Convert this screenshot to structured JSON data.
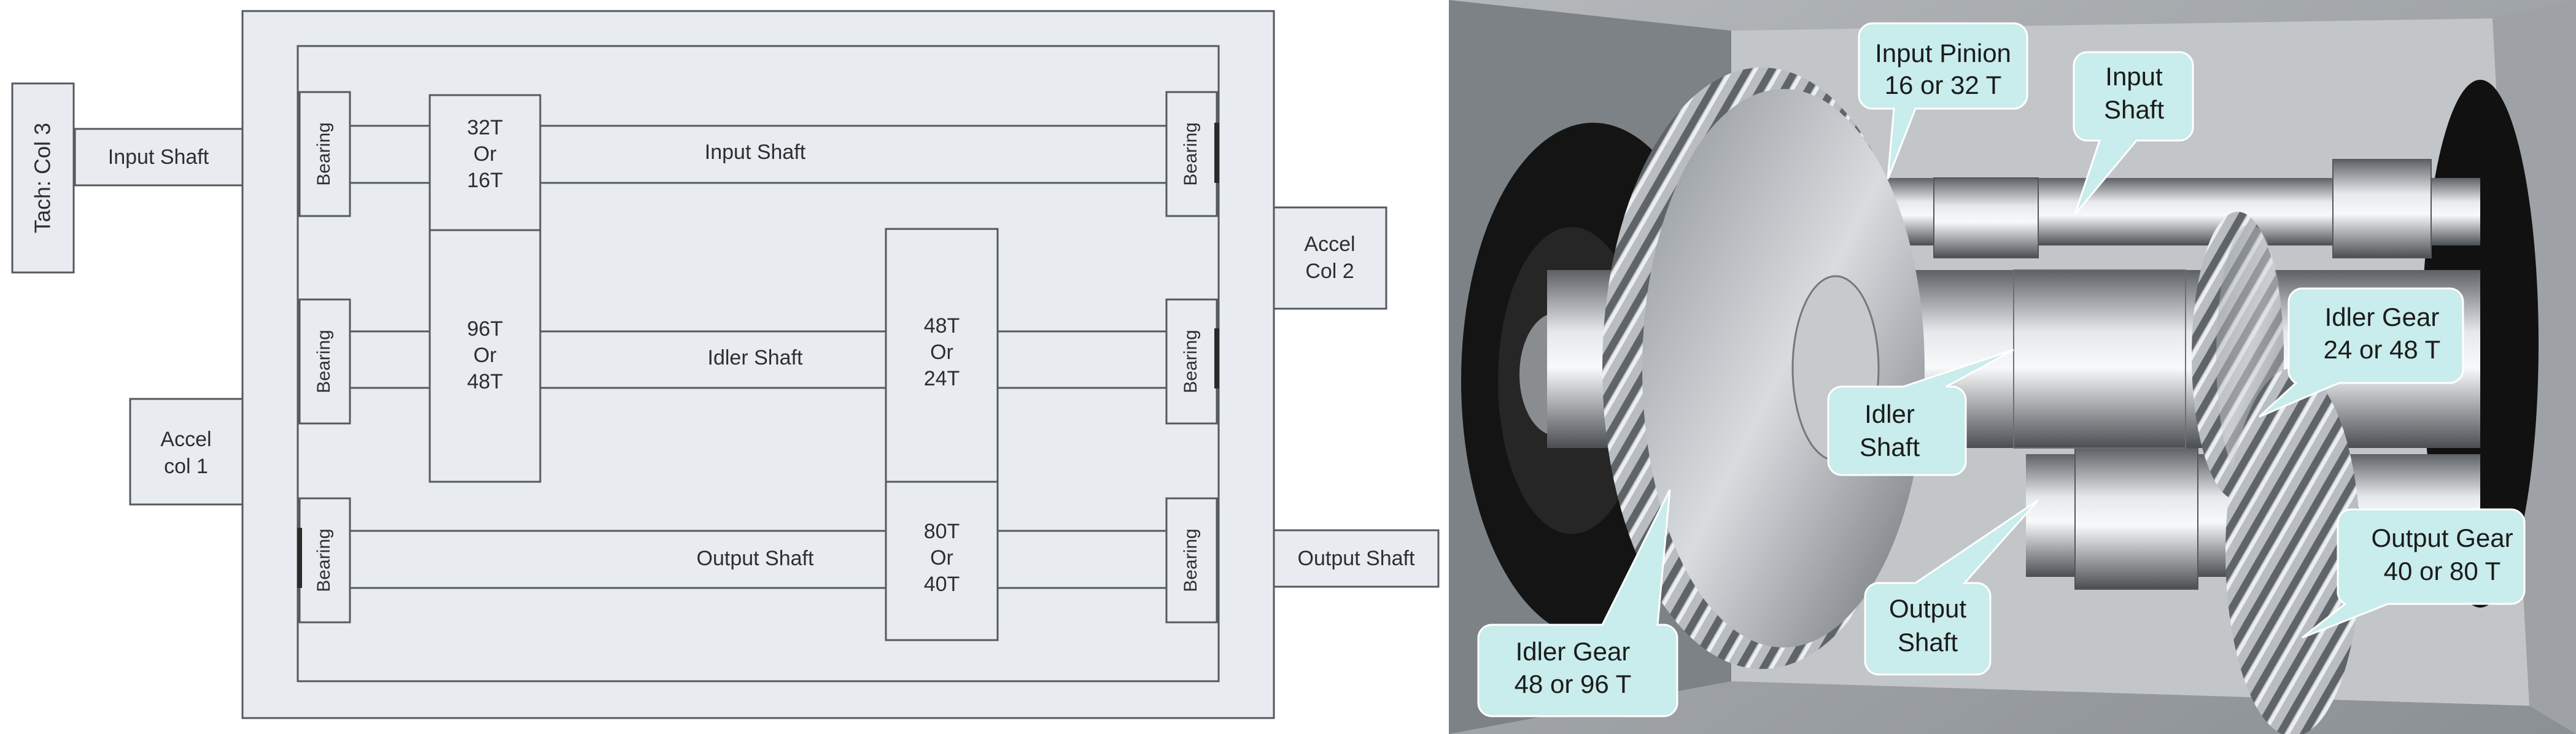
{
  "schematic": {
    "tach": "Tach: Col 3",
    "input_shaft_outer": "Input Shaft",
    "accel_col1": [
      "Accel",
      "col 1"
    ],
    "accel_col2": [
      "Accel",
      "Col 2"
    ],
    "output_shaft_outer": "Output Shaft",
    "bearing": "Bearing",
    "input_shaft": "Input Shaft",
    "idler_shaft": "Idler Shaft",
    "output_shaft": "Output Shaft",
    "gear_input": [
      "32T",
      "Or",
      "16T"
    ],
    "gear_idler_big": [
      "96T",
      "Or",
      "48T"
    ],
    "gear_idler_small": [
      "48T",
      "Or",
      "24T"
    ],
    "gear_output": [
      "80T",
      "Or",
      "40T"
    ]
  },
  "photo": {
    "callout_input_pinion": [
      "Input Pinion",
      "16 or 32 T"
    ],
    "callout_input_shaft": [
      "Input",
      "Shaft"
    ],
    "callout_idler_gear_small": [
      "Idler Gear",
      "24 or 48 T"
    ],
    "callout_idler_shaft": [
      "Idler",
      "Shaft"
    ],
    "callout_output_gear": [
      "Output Gear",
      "40 or 80 T"
    ],
    "callout_output_shaft": [
      "Output",
      "Shaft"
    ],
    "callout_idler_gear_big": [
      "Idler Gear",
      "48 or 96 T"
    ]
  }
}
